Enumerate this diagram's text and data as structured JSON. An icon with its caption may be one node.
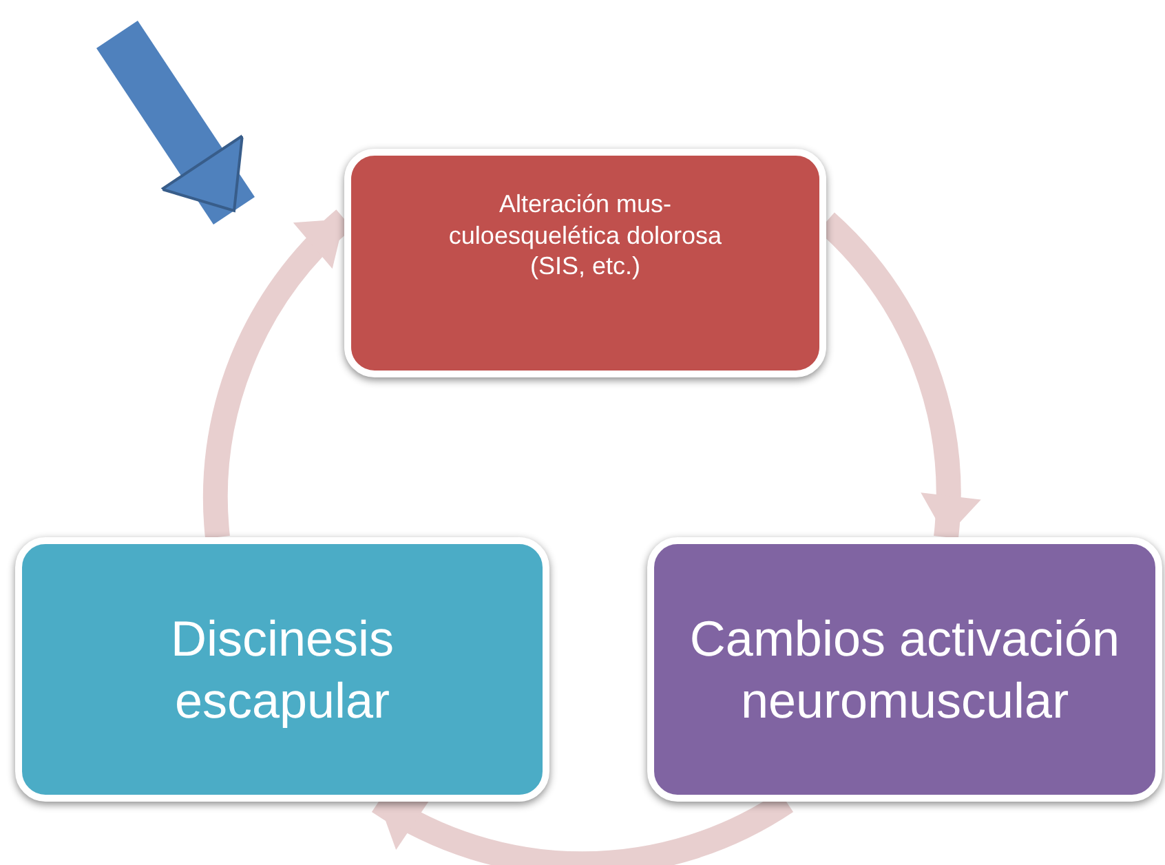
{
  "diagram": {
    "nodes": [
      {
        "text": [
          "Alteración mus- culoesquelética dolorosa (SIS, etc.)"
        ]
      },
      {
        "text": [
          "Cambios activación neuromuscular"
        ]
      },
      {
        "text": [
          "Discinesis escapular"
        ]
      }
    ],
    "edges": [
      {
        "from": 0,
        "to": 1,
        "arrow": "to",
        "color": "#e8cfcf"
      },
      {
        "from": 1,
        "to": 2,
        "arrow": "to",
        "color": "#e8cfcf"
      },
      {
        "from": 2,
        "to": 0,
        "arrow": "to",
        "color": "#e8cfcf"
      },
      {
        "from": null,
        "to": 0,
        "arrow": "to",
        "style": "thick",
        "color": "#4f81bd"
      }
    ]
  }
}
